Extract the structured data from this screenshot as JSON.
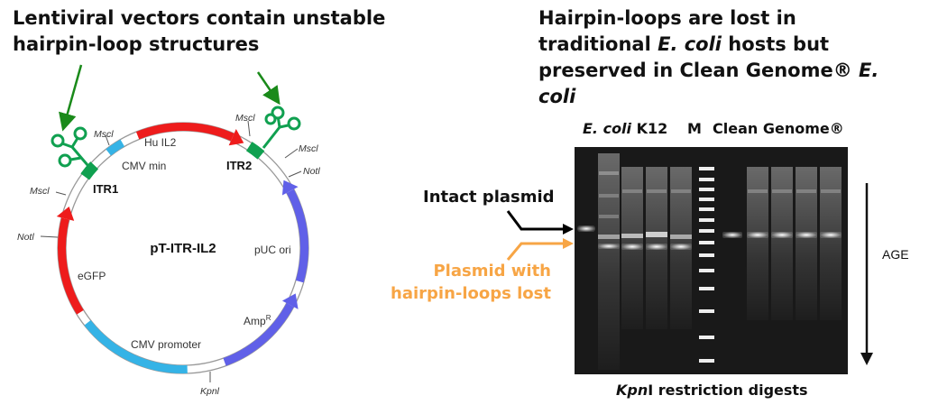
{
  "left_panel": {
    "title_line1": "Lentiviral vectors contain unstable",
    "title_line2": "hairpin-loop structures",
    "plasmid": {
      "name": "pT-ITR-IL2",
      "features": {
        "hu_il2": "Hu IL2",
        "cmv_min": "CMV  min",
        "itr1": "ITR1",
        "itr2": "ITR2",
        "puc_ori": "pUC ori",
        "amp": "Amp",
        "amp_sup": "R",
        "cmv_promoter": "CMV promoter",
        "egfp": "eGFP"
      },
      "sites": {
        "mscl_top": "Mscl",
        "mscl_left": "Mscl",
        "mscl_itr2_top": "Mscl",
        "mscl_itr2_right": "Mscl",
        "notl_right": "Notl",
        "notl_left": "Notl",
        "kpnl": "Kpnl"
      },
      "colors": {
        "red": "#ee1c1c",
        "blue": "#6060e8",
        "cyan": "#35b3e6",
        "green": "#10a050",
        "arrow_green": "#1a8a1a"
      }
    }
  },
  "right_panel": {
    "title_part1": "Hairpin-loops are lost in traditional ",
    "title_ecoli1": "E. coli",
    "title_part2": " hosts but preserved in Clean Genome® ",
    "title_ecoli2": "E. coli",
    "gel": {
      "header_ecoli": "E. coli",
      "header_k12": " K12",
      "header_m": "M",
      "header_clean": "Clean Genome®",
      "intact_label": "Intact plasmid",
      "lost_label_line1": "Plasmid with",
      "lost_label_line2": "hairpin-loops lost",
      "age_label": "AGE",
      "caption_kpn": "Kpn",
      "caption_rest": "I restriction digests",
      "colors": {
        "intact": "#000000",
        "lost": "#f7a545"
      }
    }
  }
}
